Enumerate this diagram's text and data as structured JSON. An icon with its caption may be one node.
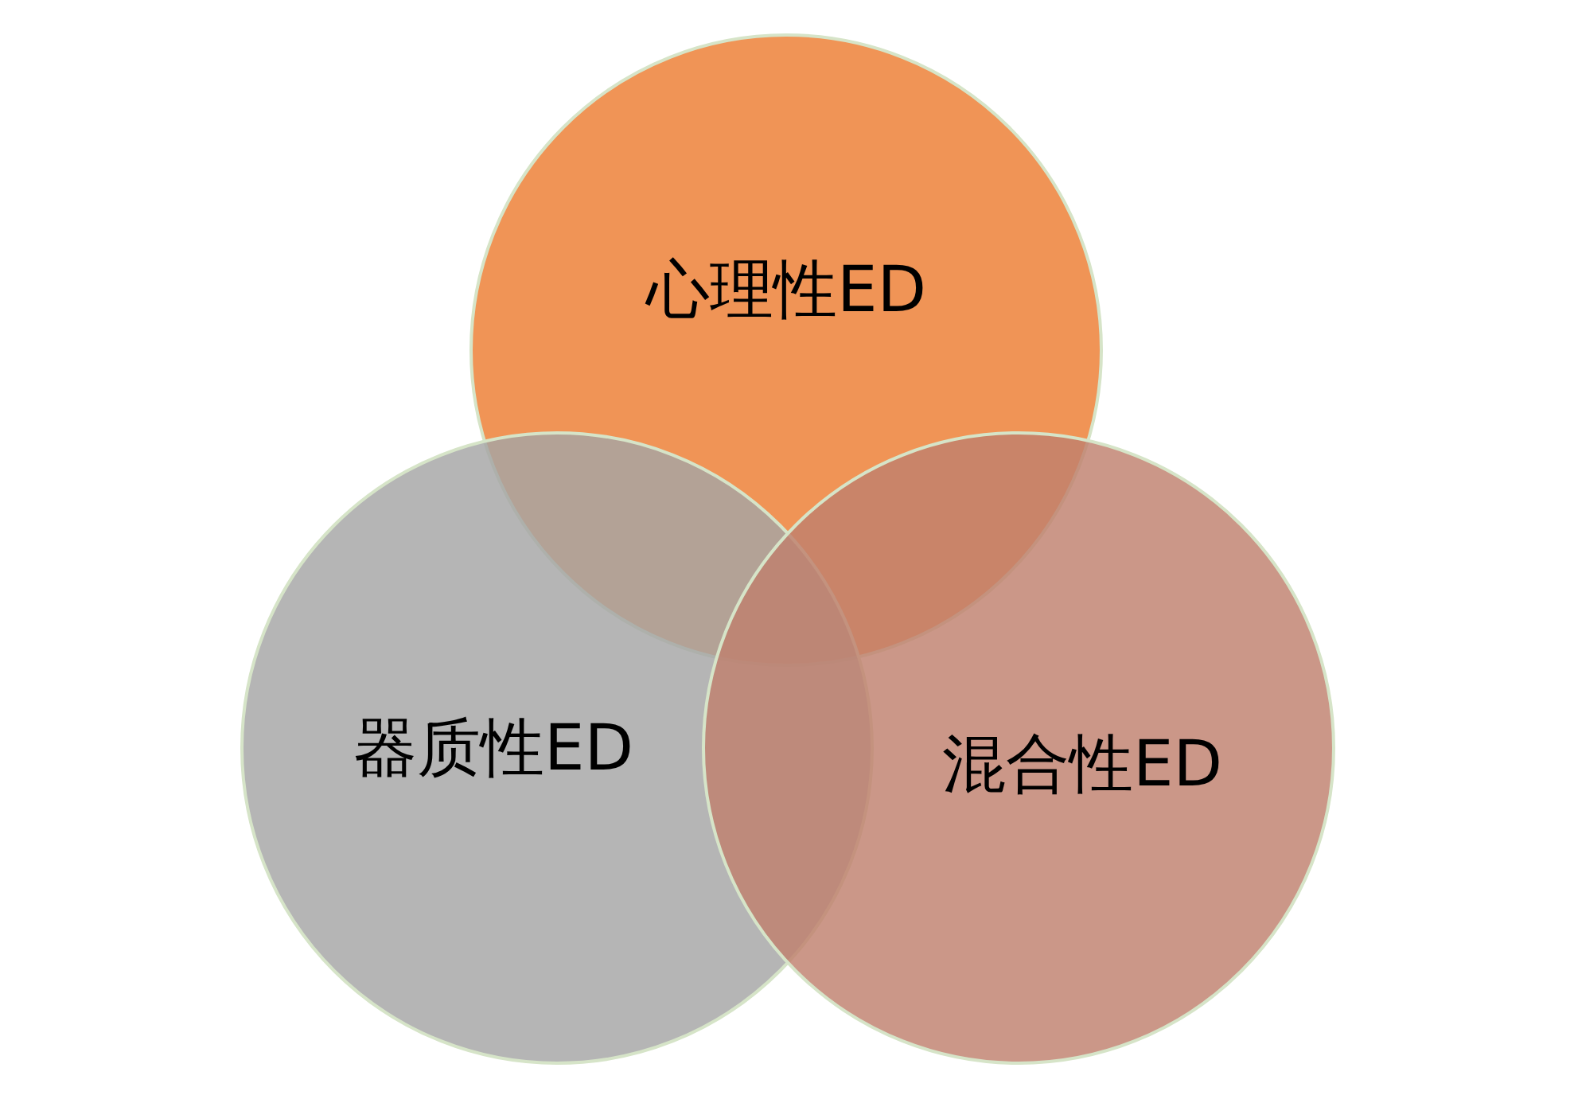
{
  "diagram": {
    "nodes": [
      {
        "text": [
          "心理性ED"
        ]
      },
      {
        "text": [
          "器质性ED"
        ]
      },
      {
        "text": [
          "混合性ED"
        ]
      }
    ],
    "edges": []
  }
}
